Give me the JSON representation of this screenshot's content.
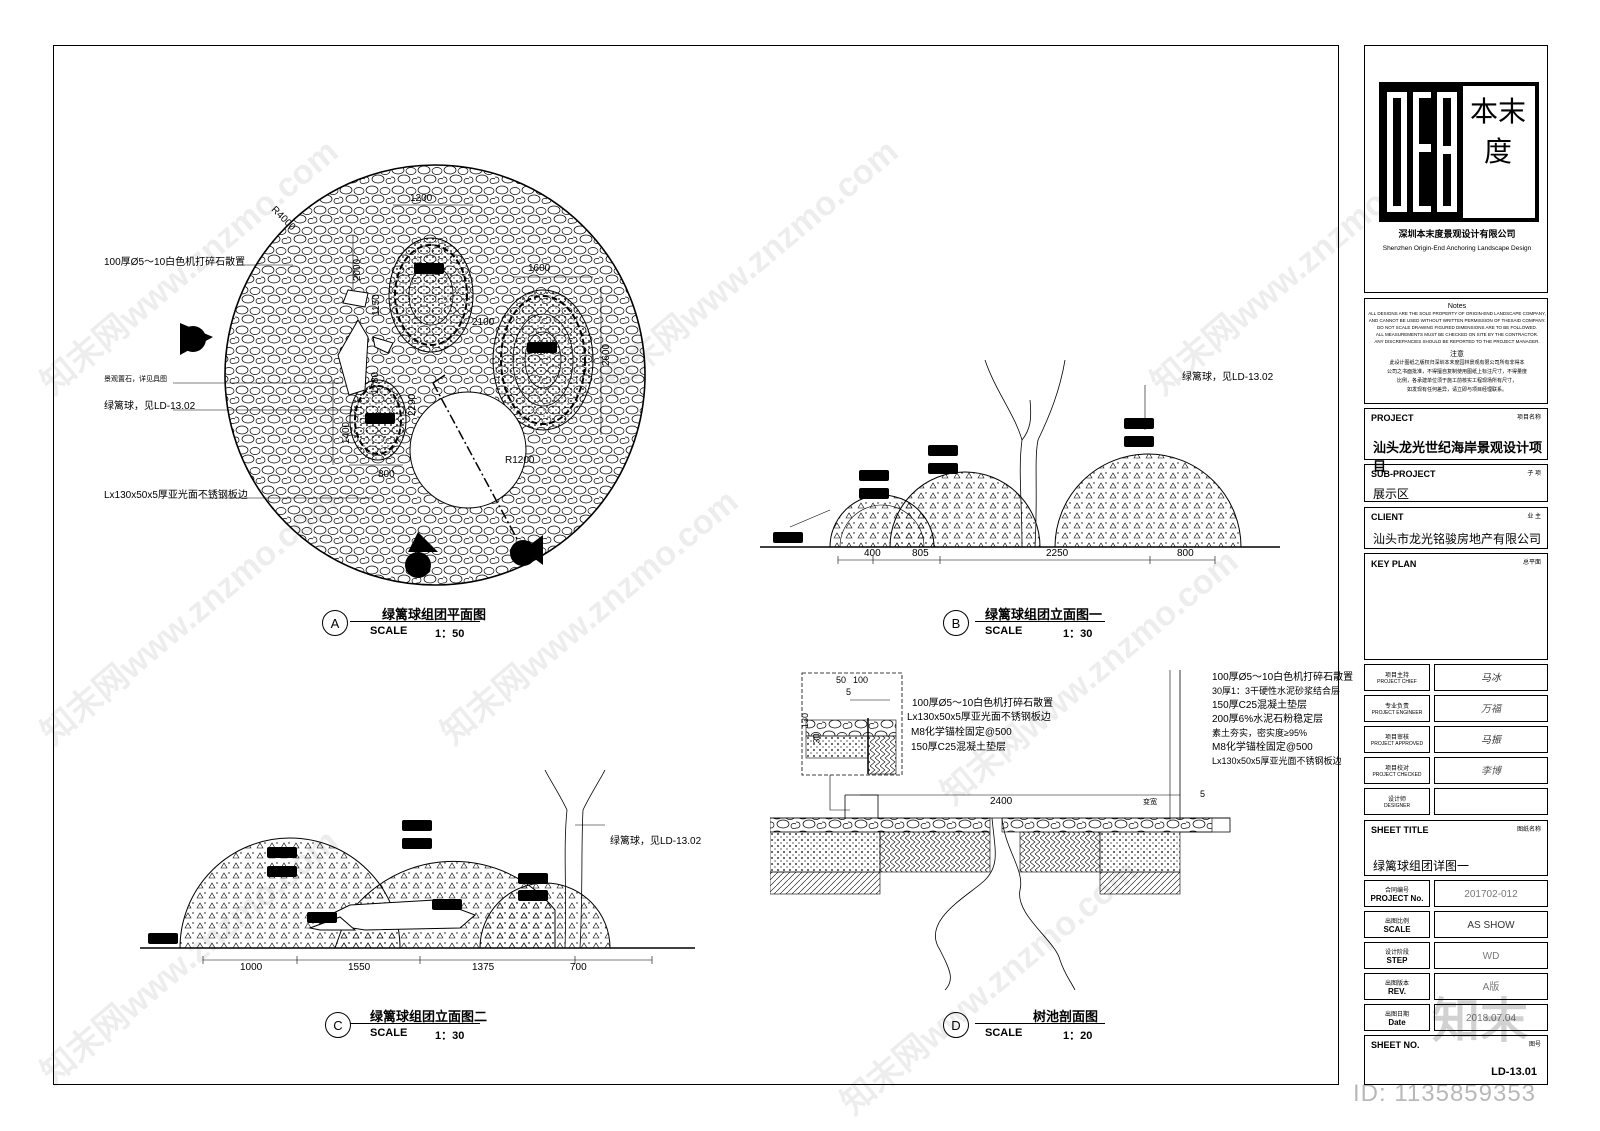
{
  "drawing": {
    "panel_a": {
      "letter": "A",
      "title": "绿篱球组团平面图",
      "scale_label": "SCALE",
      "scale_value": "1：50",
      "dims": {
        "r4000": "R4000",
        "d1200": "1200",
        "d1600": "1600",
        "d2000": "2000",
        "d1150": "1150",
        "d2100": "2100",
        "d2600": "2600",
        "d1780": "1780",
        "d2290": "2290",
        "d1400": "1400",
        "d800": "800",
        "r1200": "R1200"
      },
      "notes": {
        "gravel": "100厚Ø5～10白色机打碎石散置",
        "rock": "景观置石，详见具图",
        "hedge_ref": "绿篱球，见LD-13.02",
        "edge": "Lx130x50x5厚亚光面不锈钢板边"
      }
    },
    "panel_b": {
      "letter": "B",
      "title": "绿篱球组团立面图一",
      "scale_label": "SCALE",
      "scale_value": "1：30",
      "hedge_ref": "绿篱球，见LD-13.02",
      "dims": [
        "400",
        "805",
        "2250",
        "800"
      ]
    },
    "panel_c": {
      "letter": "C",
      "title": "绿篱球组团立面图二",
      "scale_label": "SCALE",
      "scale_value": "1：30",
      "hedge_ref": "绿篱球，见LD-13.02",
      "dims": [
        "1000",
        "1550",
        "1375",
        "700"
      ]
    },
    "panel_d": {
      "letter": "D",
      "title": "树池剖面图",
      "scale_label": "SCALE",
      "scale_value": "1：20",
      "detail_dims": {
        "d50": "50",
        "d100": "100",
        "d5": "5",
        "d130": "130",
        "d30": "30"
      },
      "detail_notes": [
        "100厚Ø5～10白色机打碎石散置",
        "Lx130x50x5厚亚光面不锈钢板边",
        "M8化学锚栓固定@500",
        "150厚C25混凝土垫层"
      ],
      "layers": [
        "100厚Ø5～10白色机打碎石散置",
        "30厚1：3干硬性水泥砂浆结合层",
        "150厚C25混凝土垫层",
        "200厚6%水泥石粉稳定层",
        "素土夯实，密实度≥95%",
        "M8化学锚栓固定@500",
        "Lx130x50x5厚亚光面不锈钢板边"
      ],
      "dim_2400": "2400",
      "dim_var": "变宽",
      "dim_5": "5"
    }
  },
  "title_block": {
    "logo_text": "本末度",
    "company_cn": "深圳本末度景观设计有限公司",
    "company_en": "Shenzhen Origin-End Anchoring Landscape Design",
    "notes_title": "Notes",
    "notes_en": [
      "ALL DESIGNS ARE THE SOLE PROPERTY OF ORIGIN-END LANDSCAPE COMPANY,",
      "AND CANNOT BE USED WITHOUT WRITTEN PERMISSION OF THESAID COMPANY.",
      "DO NOT SCALE DRAWING FIGURED DIMENSIONS ARE TO BE FOLLOWED.",
      "ALL MEASUREMENTS MUST BE CHECKED ON SITE BY THE CONTRACTOR.",
      "ANY DISCREPANCIES SHOULD BE REPORTED TO THE PROJECT MANAGER."
    ],
    "notes_cn_title": "注意",
    "notes_cn": [
      "此设计图纸之版权归深圳本末度园林景观有限公司所有非得本",
      "公司之书面批准，不得擅自复制使用图纸上标注尺寸，不得量度",
      "比例，各承建单位须于施工前核实工程现场所有尺寸，",
      "如发现有任何差异，请立即与项目经理联系。"
    ],
    "project_label": "PROJECT",
    "project_cn_label": "项目名称",
    "project_value": "汕头龙光世纪海岸景观设计项目",
    "subproject_label": "SUB-PROJECT",
    "subproject_cn_label": "子 项",
    "subproject_value": "展示区",
    "client_label": "CLIENT",
    "client_cn_label": "业 主",
    "client_value": "汕头市龙光铭骏房地产有限公司",
    "keyplan_label": "KEY PLAN",
    "keyplan_cn_label": "总平面",
    "sign_rows": [
      {
        "cn": "项目主持",
        "en": "PROJECT CHIEF",
        "val": "马冰"
      },
      {
        "cn": "专业负责",
        "en": "PROJECT ENGINEER",
        "val": "万福"
      },
      {
        "cn": "项目审核",
        "en": "PROJECT APPROVED",
        "val": "马振"
      },
      {
        "cn": "项目校对",
        "en": "PROJECT CHECKED",
        "val": "李博"
      },
      {
        "cn": "设计师",
        "en": "DESIGNER",
        "val": ""
      }
    ],
    "sheet_title_label": "SHEET TITLE",
    "sheet_title_cn_label": "图纸名称",
    "sheet_title_value": "绿篱球组团详图一",
    "info_rows": [
      {
        "cn": "合同编号",
        "en": "PROJECT No.",
        "val": "201702-012"
      },
      {
        "cn": "出图比例",
        "en": "SCALE",
        "val": "AS SHOW"
      },
      {
        "cn": "设计阶段",
        "en": "STEP",
        "val": "WD"
      },
      {
        "cn": "出图版本",
        "en": "REV.",
        "val": "A版"
      },
      {
        "cn": "出图日期",
        "en": "Date",
        "val": "2018.07.04"
      }
    ],
    "sheet_no_label": "SHEET NO.",
    "sheet_no_cn_label": "图号",
    "sheet_no_value": "LD-13.01"
  },
  "watermark": {
    "brand": "知末",
    "id": "ID: 1135859353",
    "site": "知末网www.znzmo.com"
  }
}
